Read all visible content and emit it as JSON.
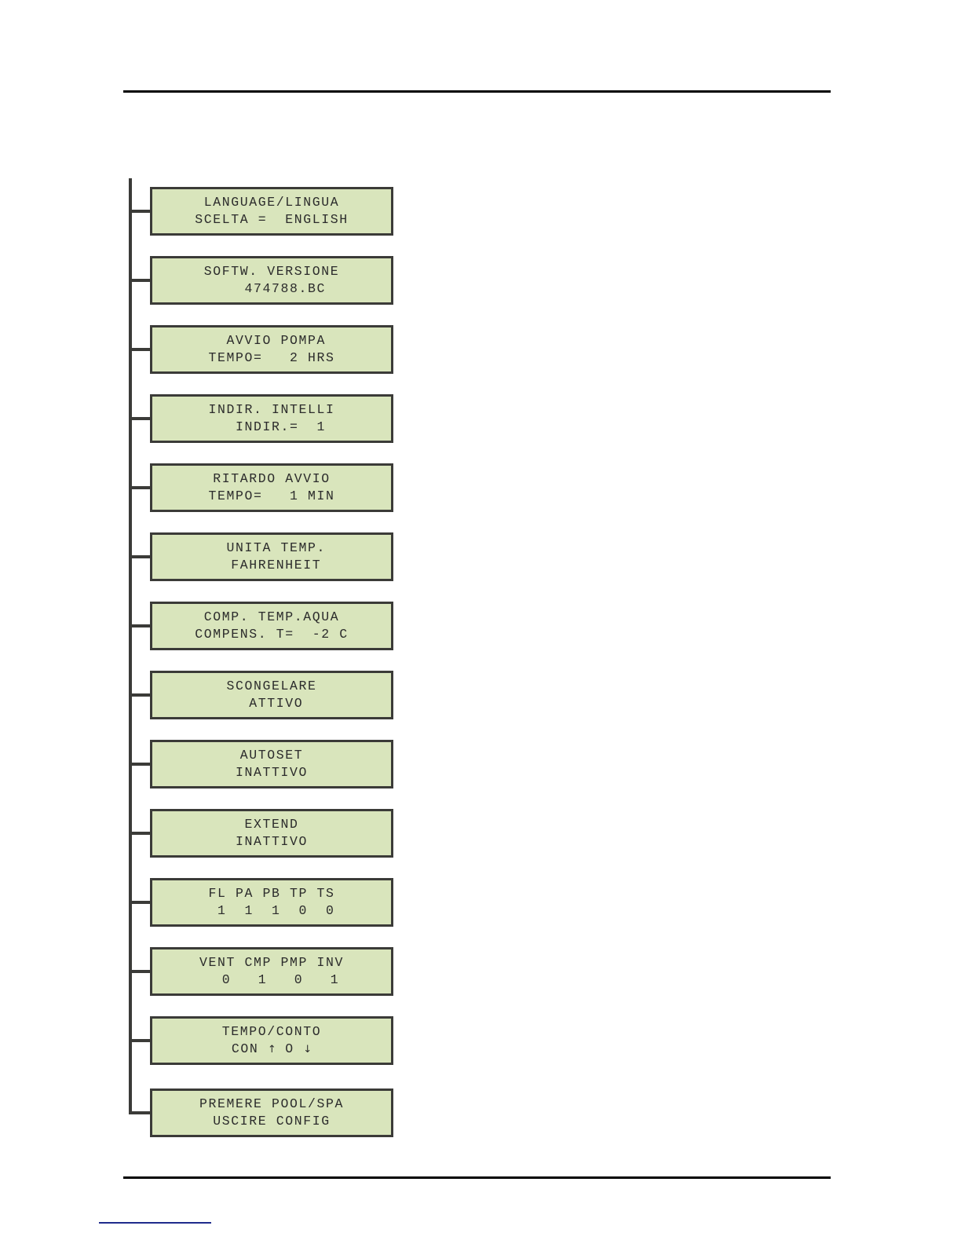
{
  "page": {
    "header_rule": "horizontal-rule",
    "footer_rule": "horizontal-rule",
    "footnote_rule": "footnote-separator",
    "footnote_rule_color": "#1f2b8c"
  },
  "diagram": {
    "name": "configuration-menu-lcd-screens",
    "connector_color": "#3b3b38",
    "screen_fill_color": "#d9e5bc",
    "screen_border_color": "#3b3b38",
    "screens": [
      {
        "name": "language-screen",
        "line1": "LANGUAGE/LINGUA",
        "line2": "SCELTA =  ENGLISH"
      },
      {
        "name": "software-version-screen",
        "line1": "SOFTW. VERSIONE",
        "line2": "   474788.BC"
      },
      {
        "name": "pump-start-screen",
        "line1": " AVVIO POMPA",
        "line2": "TEMPO=   2 HRS"
      },
      {
        "name": "intelli-address-screen",
        "line1": "INDIR. INTELLI",
        "line2": "  INDIR.=  1"
      },
      {
        "name": "start-delay-screen",
        "line1": "RITARDO AVVIO",
        "line2": "TEMPO=   1 MIN"
      },
      {
        "name": "temperature-unit-screen",
        "line1": " UNITA TEMP.",
        "line2": " FAHRENHEIT"
      },
      {
        "name": "water-temp-compensation-screen",
        "line1": "COMP. TEMP.AQUA",
        "line2": "COMPENS. T=  -2 C"
      },
      {
        "name": "defrost-screen",
        "line1": "SCONGELARE",
        "line2": " ATTIVO"
      },
      {
        "name": "autoset-screen",
        "line1": "AUTOSET",
        "line2": "INATTIVO"
      },
      {
        "name": "extend-screen",
        "line1": "EXTEND",
        "line2": "INATTIVO"
      },
      {
        "name": "sensor-status-screen",
        "line1": "FL PA PB TP TS",
        "line2": " 1  1  1  0  0"
      },
      {
        "name": "output-status-screen",
        "line1": "VENT CMP PMP INV",
        "line2": "  0   1   0   1"
      },
      {
        "name": "time-count-screen",
        "line1": "TEMPO/CONTO",
        "line2_pre": "CON ",
        "line2_up_arrow": "↑",
        "line2_mid": " O ",
        "line2_down_arrow": "↓"
      },
      {
        "name": "exit-config-screen",
        "line1": "PREMERE POOL/SPA",
        "line2": "USCIRE CONFIG"
      }
    ]
  }
}
